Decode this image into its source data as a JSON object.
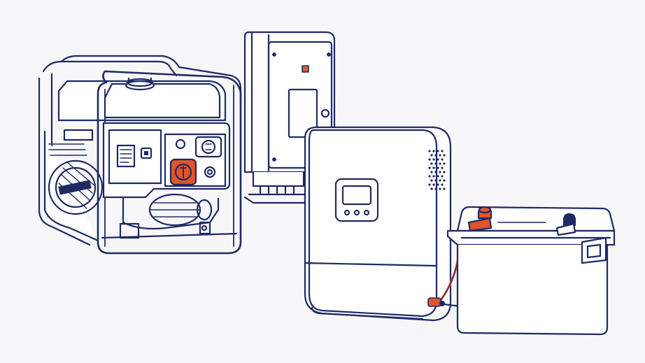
{
  "scene": {
    "subject": "backup-power-equipment",
    "components": [
      "portable-generator",
      "transfer-switch-panel",
      "inverter-charger",
      "battery"
    ]
  },
  "colors": {
    "background": "#f7f7f9",
    "line": "#1f2a63",
    "accent": "#e0552b",
    "fill": "#ffffff"
  }
}
